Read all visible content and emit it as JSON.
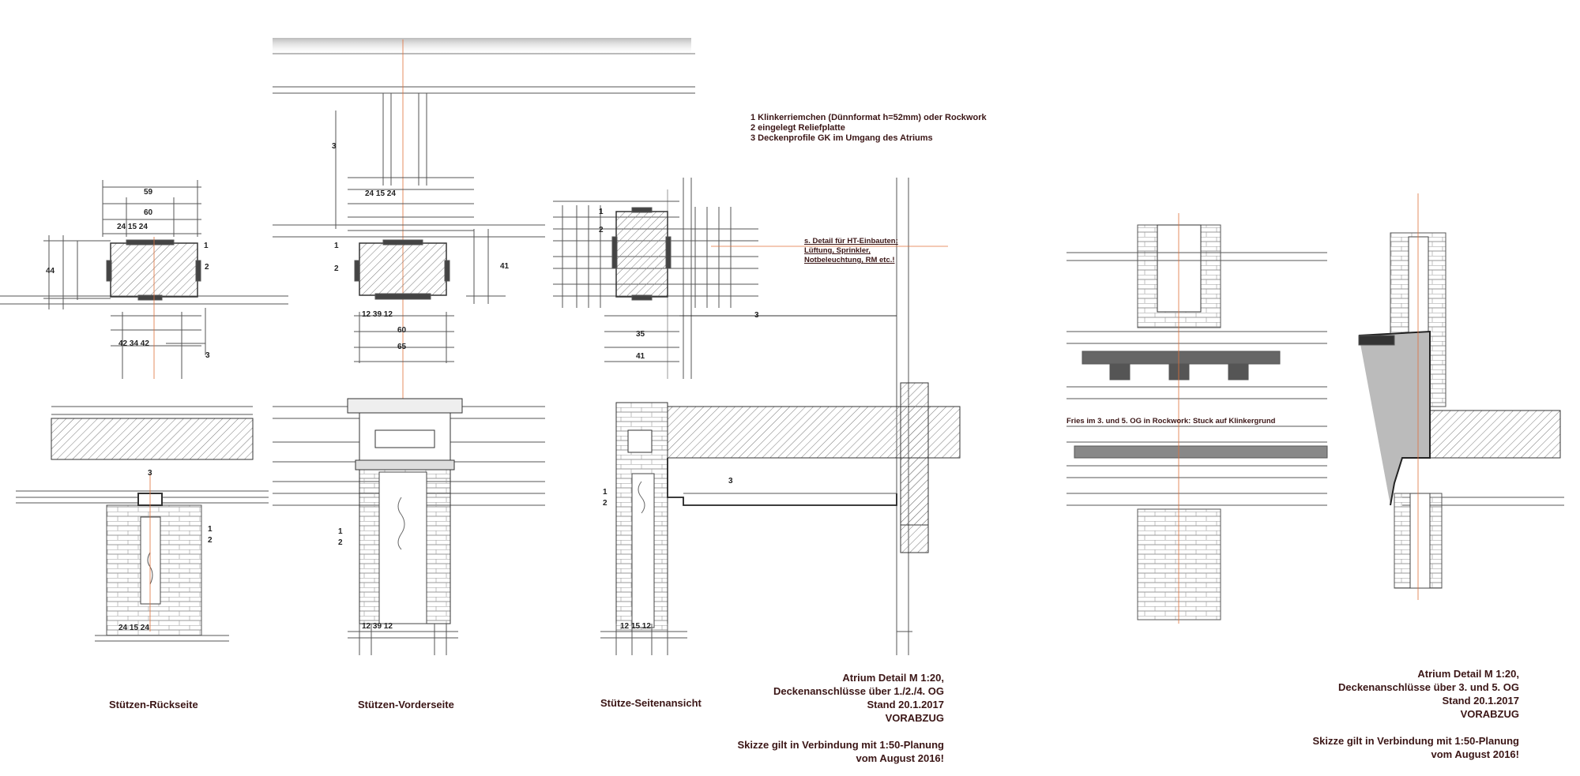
{
  "legend": {
    "items": [
      "1 Klinkerriemchen (Dünnformat h=52mm) oder Rockwork",
      "2 eingelegt Reliefplatte",
      "3 Deckenprofile GK im Umgang des Atriums"
    ]
  },
  "note_detail": [
    "s. Detail für HT-Einbauten:",
    "Lüftung, Sprinkler,",
    "Notbeleuchtung, RM etc.!"
  ],
  "fries_note": "Fries im 3. und 5. OG in Rockwork: Stuck auf Klinkergrund",
  "captions": {
    "rueckseite": "Stützen-Rückseite",
    "vorderseite": "Stützen-Vorderseite",
    "seitenansicht": "Stütze-Seitenansicht"
  },
  "stamp_left": {
    "line1": "Atrium Detail M 1:20,",
    "line2": "Deckenanschlüsse über 1./2./4. OG",
    "line3": "Stand 20.1.2017",
    "line4": "VORABZUG",
    "line5": "Skizze gilt in Verbindung mit 1:50-Planung",
    "line6": "vom August 2016!"
  },
  "stamp_right": {
    "line1": "Atrium Detail M 1:20,",
    "line2": "Deckenanschlüsse über 3. und 5. OG",
    "line3": "Stand 20.1.2017",
    "line4": "VORABZUG",
    "line5": "Skizze gilt in Verbindung mit 1:50-Planung",
    "line6": "vom August 2016!"
  },
  "dims": {
    "rs_top_total": "59",
    "rs_top_mid": "60",
    "rs_top_parts": "24 15 24",
    "rs_side": "44",
    "rs_bottom_parts": "42 34 42",
    "rs_elev_bottom": "24 15 24",
    "vs_top_parts": "24 15 24",
    "vs_bottom_mid": "60",
    "vs_bottom_total": "65",
    "vs_bottom_parts": "12 39 12",
    "vs_elev_bottom": "12 39 12",
    "sa_side_total": "41",
    "sa_bottom_mid": "35",
    "sa_bottom_total": "41",
    "sa_elev_bottom": "12 15 12"
  },
  "markers": [
    "1",
    "2",
    "3"
  ],
  "colors": {
    "ink": "#3b1616",
    "pencil": "#555555",
    "axis": "#e0703a",
    "hatch": "#7a7a7a"
  }
}
